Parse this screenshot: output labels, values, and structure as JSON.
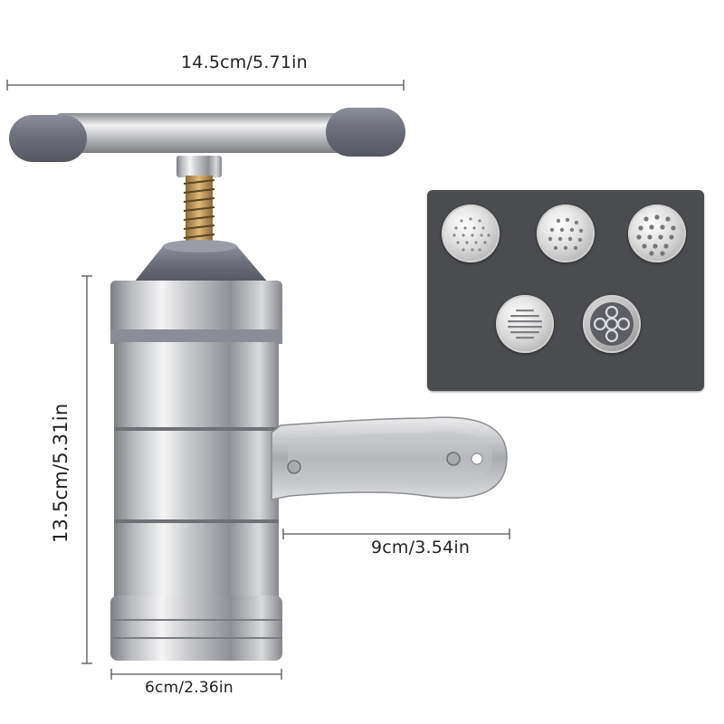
{
  "dimensions": {
    "width_label": "14.5cm/5.71in",
    "height_label": "13.5cm/5.31in",
    "handle_label": "9cm/3.54in",
    "base_label": "6cm/2.36in"
  },
  "product": {
    "handle_cap_color": "#6e717c",
    "body_metal_color": "#c9c9cc",
    "spring_color": "#c8a060"
  },
  "mold_panel": {
    "background_color": "#4b4c4f",
    "discs": [
      {
        "pattern": "small-round-holes"
      },
      {
        "pattern": "medium-round-holes"
      },
      {
        "pattern": "large-round-holes"
      },
      {
        "pattern": "flat-slots"
      },
      {
        "pattern": "tube-rings"
      }
    ]
  }
}
